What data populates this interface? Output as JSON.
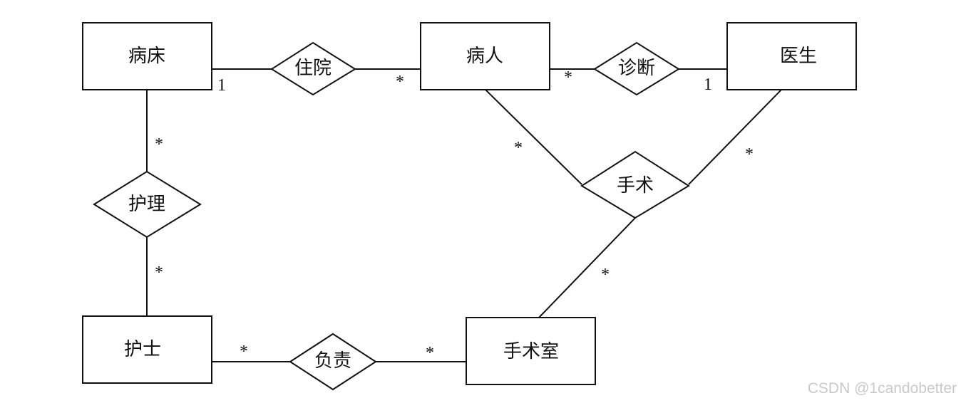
{
  "entities": {
    "bed": "病床",
    "patient": "病人",
    "doctor": "医生",
    "nurse": "护士",
    "operating_room": "手术室"
  },
  "relationships": {
    "hospitalize": "住院",
    "diagnose": "诊断",
    "surgery": "手术",
    "nursing": "护理",
    "responsible": "负责"
  },
  "cardinalities": {
    "bed_hospitalize": "1",
    "patient_hospitalize": "*",
    "patient_diagnose": "*",
    "doctor_diagnose": "1",
    "patient_surgery": "*",
    "doctor_surgery": "*",
    "room_surgery": "*",
    "bed_nursing": "*",
    "nurse_nursing": "*",
    "nurse_responsible": "*",
    "room_responsible": "*"
  },
  "watermark": "CSDN @1candobetter"
}
